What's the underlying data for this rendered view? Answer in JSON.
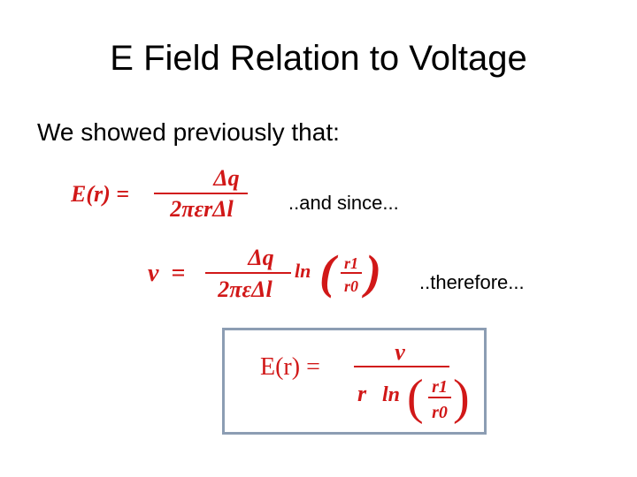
{
  "slide": {
    "title": "E Field Relation to Voltage",
    "bullet": "We showed previously that:",
    "note_and_since": "..and since...",
    "note_therefore": "..therefore..."
  },
  "equations": {
    "eq1": {
      "lhs": "E(r) =",
      "numerator": "Δq",
      "denominator": "2πεrΔl"
    },
    "eq2": {
      "lhs": "v  =",
      "numerator": "Δq",
      "denominator": "2πεΔl",
      "ln": "ln",
      "frac_num": "r1",
      "frac_den": "r0"
    },
    "eq3": {
      "lhs": "E(r) =",
      "numerator": "v",
      "denominator_r": "r",
      "ln": "ln",
      "frac_num": "r1",
      "frac_den": "r0"
    }
  },
  "colors": {
    "equation": "#d11818",
    "box_border": "#8c9db3",
    "text": "#000000"
  }
}
